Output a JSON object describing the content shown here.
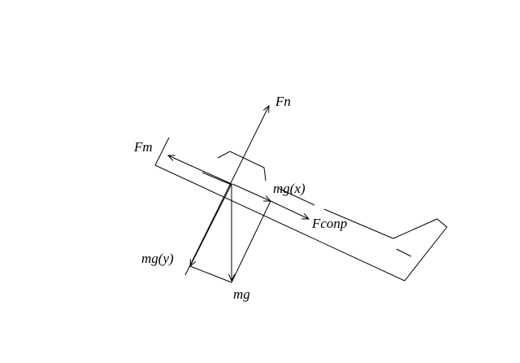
{
  "labels": {
    "fn": "Fn",
    "fm": "Fm",
    "mgx": "mg(x)",
    "fconp": "Fconp",
    "mgy": "mg(y)",
    "mg": "mg"
  },
  "colors": {
    "stroke": "#000000",
    "background": "#ffffff"
  }
}
